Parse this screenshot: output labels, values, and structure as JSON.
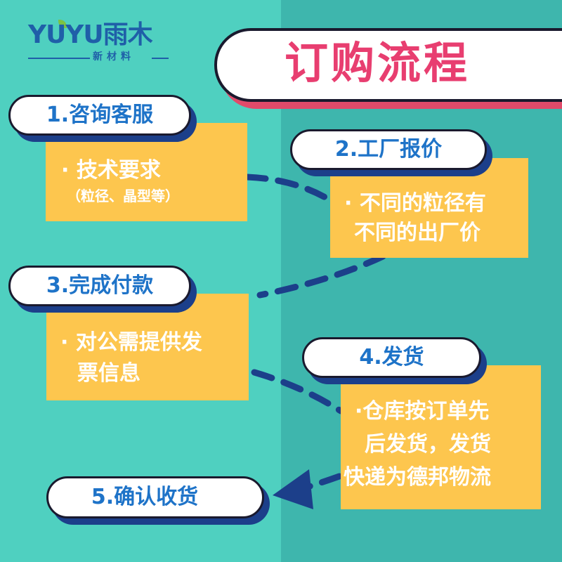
{
  "brand": {
    "logo_main": "YUYU雨木",
    "logo_sub": "新材料"
  },
  "title": "订购流程",
  "steps": [
    {
      "label": "1.咨询客服",
      "lines": [
        "· 技术要求"
      ],
      "sub": "（粒径、晶型等）"
    },
    {
      "label": "2.工厂报价",
      "lines": [
        "· 不同的粒径有",
        "不同的出厂价"
      ]
    },
    {
      "label": "3.完成付款",
      "lines": [
        "· 对公需提供发",
        "票信息"
      ]
    },
    {
      "label": "4.发货",
      "lines": [
        "·仓库按订单先",
        "后发货，发货",
        "快递为德邦物流"
      ]
    },
    {
      "label": "5.确认收货"
    }
  ],
  "colors": {
    "bg_left": "#4fd0c0",
    "bg_right": "#3eb6ad",
    "title_red": "#e83e70",
    "pill_text_blue": "#1e73c8",
    "card_yellow": "#fdc64e",
    "connector_navy": "#1c3f8a"
  }
}
